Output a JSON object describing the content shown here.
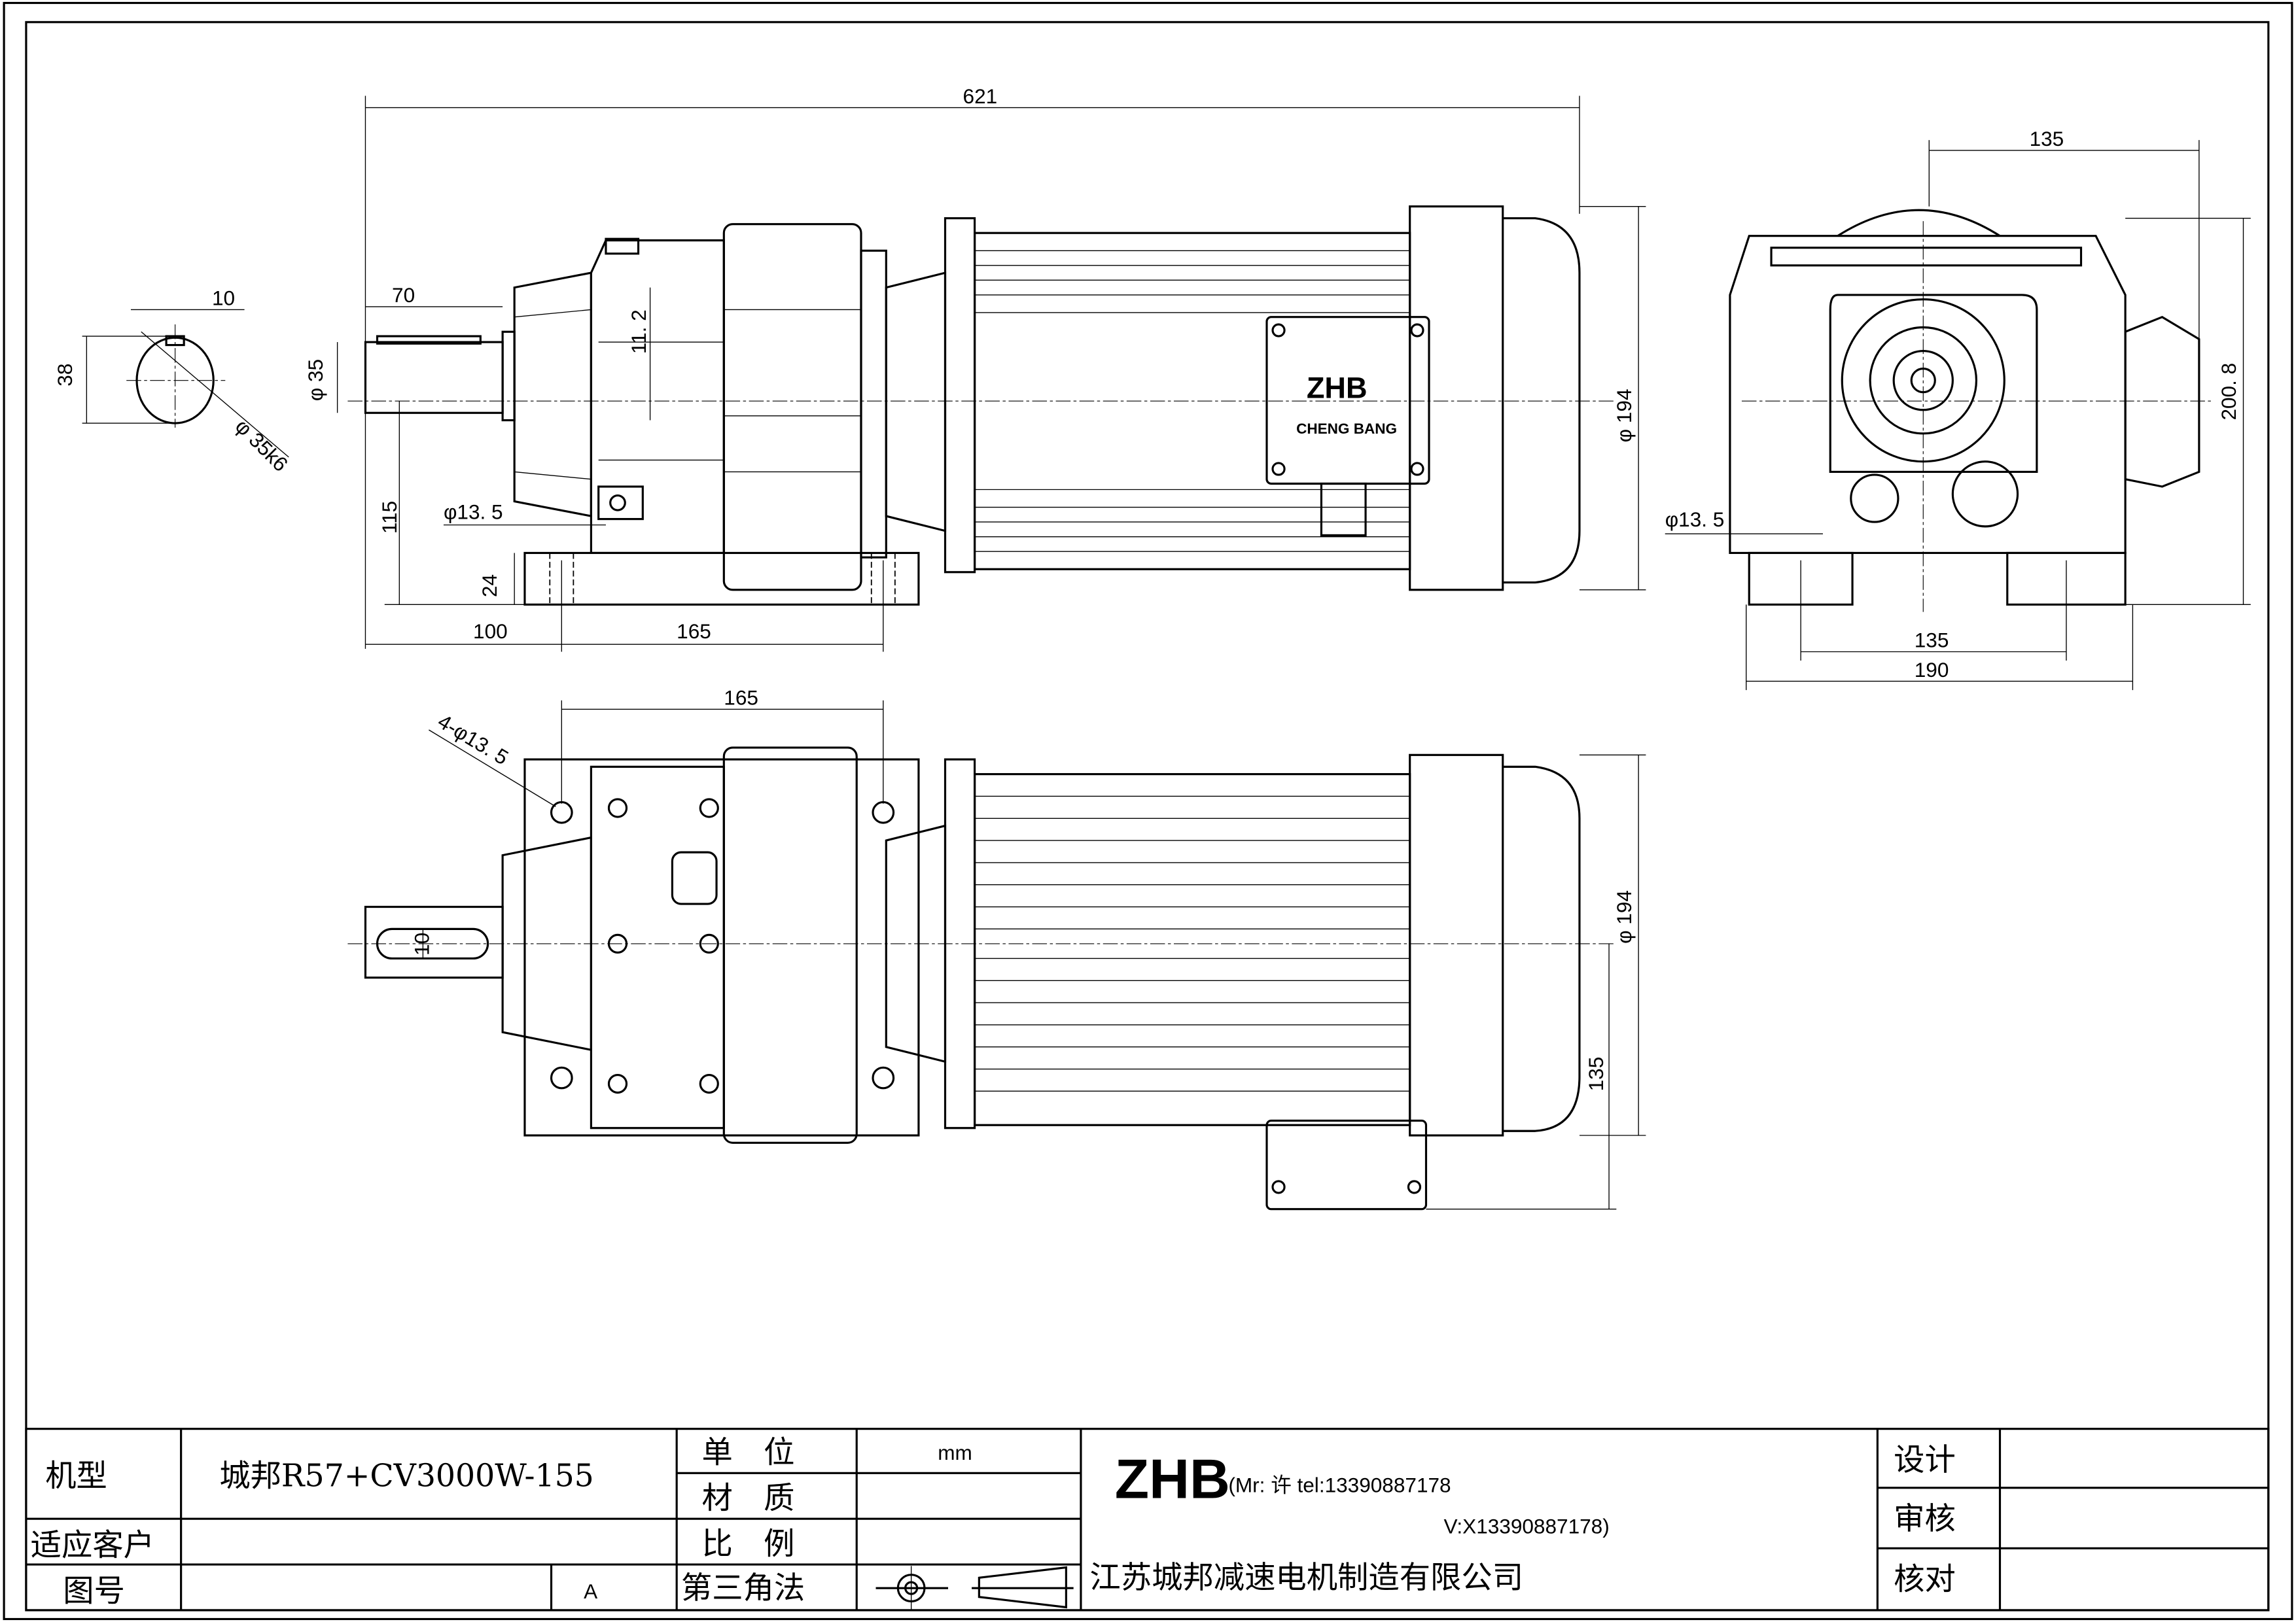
{
  "dimensions": {
    "overall_length": "621",
    "shaft_length": "70",
    "key_width": "10",
    "key_height": "38",
    "shaft_diameter_tol": "φ 35k6",
    "shaft_diameter": "φ 35",
    "offset": "11. 2",
    "center_height": "115",
    "foot_hole_left": "φ13. 5",
    "foot_thickness": "24",
    "shaft_to_hole": "100",
    "hole_spacing": "165",
    "motor_diameter": "φ 194",
    "end_top_width": "135",
    "end_height": "200. 8",
    "end_hole": "φ13. 5",
    "end_hole_spacing": "135",
    "end_foot_width": "190",
    "top_hole_spacing": "165",
    "top_holes": "4-φ13. 5",
    "top_key_width": "10",
    "top_motor_diameter": "φ 194",
    "terminal_offset": "135"
  },
  "motor_plate": {
    "brand": "ZHB",
    "name": "CHENG BANG"
  },
  "title_block": {
    "model_label": "机型",
    "model_value": "城邦R57+CV3000W-155",
    "customer_label": "适应客户",
    "drawing_no_label": "图号",
    "revision": "A",
    "unit_label": "单　位",
    "unit_value": "mm",
    "material_label": "材　质",
    "scale_label": "比　例",
    "projection_label": "第三角法",
    "logo": "ZHB",
    "contact_line1": "(Mr: 许 tel:13390887178",
    "contact_line2": "V:X13390887178)",
    "company": "江苏城邦减速电机制造有限公司",
    "design_label": "设计",
    "review_label": "审核",
    "check_label": "核对"
  }
}
